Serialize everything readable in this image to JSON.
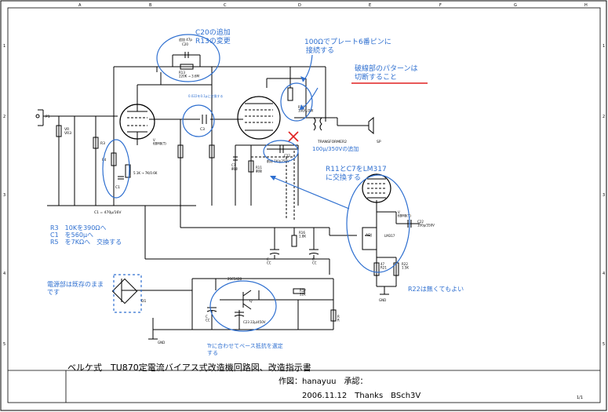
{
  "border": {
    "top_labels": [
      "A",
      "B",
      "C",
      "D",
      "E",
      "F",
      "G",
      "H"
    ],
    "side_labels": [
      "1",
      "2",
      "3",
      "4",
      "5"
    ]
  },
  "components": {
    "p1": "P1",
    "vr": "VR\nVR3",
    "r3": "R3",
    "r5": "R5",
    "r4": "R4",
    "c1": "C1",
    "r5_label": "5.1K → 7K/0.6K",
    "v1": "V\n6BM8(T)",
    "c3": "C3",
    "c3_note": "0.022を0.1μに交換する",
    "r13": "R13\n220K → 3.6M",
    "c20": "C20",
    "c20_val": "追加 47p",
    "r20": "R20\n100/1/2W",
    "c7": "C7\n削除",
    "r11": "R11\n削除",
    "c22_small": "C22",
    "nc_label": "削除 1K/p250V",
    "c_bottom": "C1 = 470μ/16V",
    "transformer": "TRANSFORMER2",
    "sp": "SP",
    "v2": "V\n6BM8(T)",
    "c22": "C22\n100μ/350V",
    "adj": "ADJ",
    "lm317": "LM317",
    "r21": "47\nR21",
    "r22": "R22\n1.5K",
    "r16": "R16\n1.8K",
    "c_cc1": "C\nCC",
    "c_cc2": "C\nCC",
    "q": "Q",
    "q_type": "2SC5428",
    "r17": "R17\n22K",
    "c23": "C23 22μ/450V",
    "c_cc3": "C\nCC",
    "r_r": "R\nR",
    "d1": "D1",
    "gnd1": "GND",
    "gnd2": "GND"
  },
  "annotations": {
    "c20": [
      "C20の追加",
      "R13の変更"
    ],
    "plate": [
      "100Ωでプレート6番ピンに",
      "接続する"
    ],
    "pattern": [
      "破線部のパターンは",
      "切断すること"
    ],
    "cap_add": "100μ/350Vの追加",
    "r11c7": [
      "R11とC7をLM317",
      "に交換する"
    ],
    "r3c1r5": [
      "R3　10Kを390Ωへ",
      "C1　を560μへ",
      "R5　を7KΩへ　交換する"
    ],
    "power": [
      "電源部は既存のまま",
      "です"
    ],
    "r22": "R22は無くてもよい",
    "tr": [
      "Trに合わせてベース抵抗を選定",
      "する"
    ]
  },
  "footer": {
    "title": "ベルケ式　TU870定電流バイアス式改造機回路図、改造指示書",
    "author": "作図：hanayuu　承認：",
    "date": "2006.11.12　Thanks　BSch3V",
    "page": "1/1"
  }
}
